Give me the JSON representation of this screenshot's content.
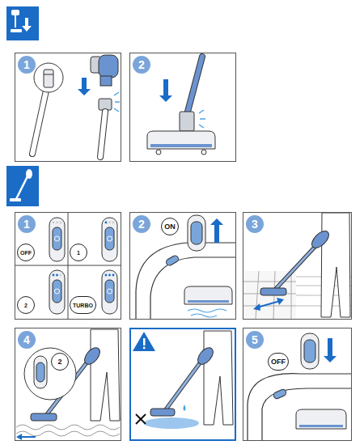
{
  "diagram": {
    "nodes": [
      {
        "text": [
          "1"
        ]
      },
      {
        "text": [
          "2"
        ]
      },
      {
        "text": [
          "1"
        ]
      },
      {
        "text": [
          "OFF"
        ],
        "in": 2
      },
      {
        "text": [
          "1"
        ],
        "in": 2
      },
      {
        "text": [
          "2"
        ],
        "in": 2
      },
      {
        "text": [
          "TURBO"
        ],
        "in": 2
      },
      {
        "text": [
          "2",
          "ON"
        ]
      },
      {
        "text": [
          "3"
        ]
      },
      {
        "text": [
          "4",
          "2"
        ]
      },
      {
        "text": [
          "5",
          "OFF"
        ]
      }
    ]
  }
}
